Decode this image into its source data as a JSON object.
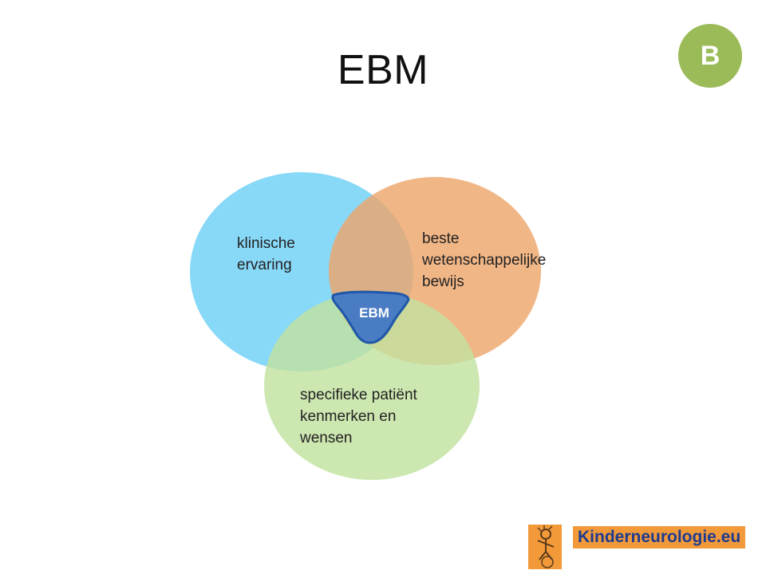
{
  "slide": {
    "title": "EBM",
    "badge": {
      "text": "B",
      "color": "#9bbb59"
    }
  },
  "venn": {
    "circles": [
      {
        "id": "clinical",
        "label": "klinische\nervaring",
        "color": "#6ecff6"
      },
      {
        "id": "evidence",
        "label": "beste\nwetenschappelijke\nbewijs",
        "color": "#eea66b"
      },
      {
        "id": "patient",
        "label": "specifieke patiënt\nkenmerken en\nwensen",
        "color": "#c2e2a0"
      }
    ],
    "center": {
      "label": "EBM",
      "fill": "#4a7cc4",
      "stroke": "#1f57a8"
    }
  },
  "footer": {
    "logo_icon": "child-figure-icon",
    "brand_text": "Kinderneurologie.eu",
    "brand_bg": "#f29a3a",
    "brand_text_color": "#1e3b8f"
  }
}
